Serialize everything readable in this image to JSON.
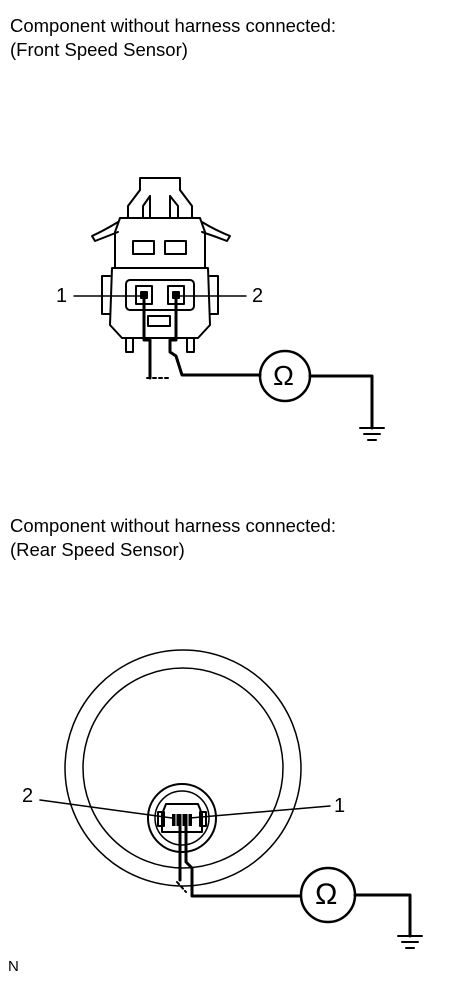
{
  "front": {
    "caption_line1": "Component without harness connected:",
    "caption_line2": "(Front Speed Sensor)",
    "terminal_left": "1",
    "terminal_right": "2",
    "meter_symbol": "Ω"
  },
  "rear": {
    "caption_line1": "Component without harness connected:",
    "caption_line2": "(Rear Speed Sensor)",
    "terminal_left": "2",
    "terminal_right": "1",
    "meter_symbol": "Ω"
  },
  "figure_code": "N"
}
